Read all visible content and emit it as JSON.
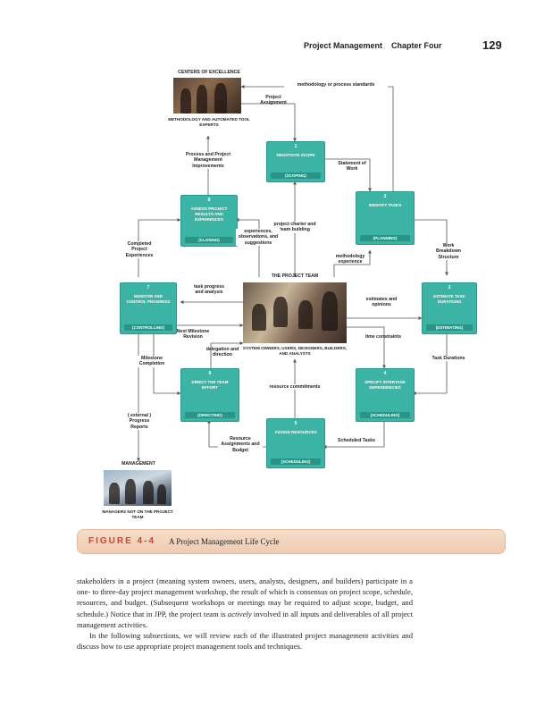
{
  "header": {
    "title": "Project Management",
    "chapter": "Chapter Four",
    "page": "129"
  },
  "diagram": {
    "centers_heading": "CENTERS OF EXCELLENCE",
    "centers_caption": "Methodology and Automated Tool Experts",
    "team_heading": "THE PROJECT TEAM",
    "team_caption": "System Owners, Users, Designers, Builders, and Analysts",
    "mgmt_heading": "MANAGEMENT",
    "mgmt_caption": "Managers not on the Project Team",
    "boxes": [
      {
        "num": "1",
        "title": "Negotiate Scope",
        "tag": "(SCOPING)"
      },
      {
        "num": "2",
        "title": "Identify Tasks",
        "tag": "(PLANNING)"
      },
      {
        "num": "3",
        "title": "Estimate Task Durations",
        "tag": "(ESTIMATING)"
      },
      {
        "num": "4",
        "title": "Specify Intertask Dependencies",
        "tag": "(SCHEDULING)"
      },
      {
        "num": "5",
        "title": "Assign Resources",
        "tag": "(SCHEDULING)"
      },
      {
        "num": "6",
        "title": "Direct the Team Effort",
        "tag": "(DIRECTING)"
      },
      {
        "num": "7",
        "title": "Monitor and Control Progress",
        "tag": "(CONTROLLING)"
      },
      {
        "num": "8",
        "title": "Assess Project Results and Experiences",
        "tag": "(CLOSING)"
      }
    ],
    "labels": {
      "methodology_standards": "methodology or process standards",
      "project_assignment": "Project Assignment",
      "process_improvements": "Process and Project Management Improvements",
      "statement_of_work": "Statement of Work",
      "project_charter": "project charter and team building",
      "experiences": "experiences, observations, and suggestions",
      "completed_experiences": "Completed Project Experiences",
      "work_breakdown": "Work Breakdown Structure",
      "methodology_experience": "methodology experience",
      "task_progress": "task progress and analysis",
      "estimates_opinions": "estimates and opinions",
      "next_milestone": "Next Milestone Revision",
      "delegation": "delegation and direction",
      "time_constraints": "time constraints",
      "milestone_completion": "Milestone Completion",
      "task_durations": "Task Durations",
      "resource_commitments": "resource commitments",
      "progress_reports": "( external ) Progress Reports",
      "resource_assignments": "Resource Assignments and Budget",
      "scheduled_tasks": "Scheduled Tasks"
    }
  },
  "caption": {
    "figure_label": "FIGURE 4-4",
    "figure_title": "A Project Management Life Cycle"
  },
  "body": {
    "p1_a": "stakeholders in a project (meaning system owners, users, analysts, designers, and builders) participate in a one- to three-day project management workshop, the result of which is consensus on project scope, schedule, resources, and budget. (Subsequent workshops or meetings may be required to adjust scope, budget, and schedule.) Notice that in JPP, the project team is ",
    "p1_em": "actively",
    "p1_b": " involved in all inputs and deliverables of all project management activities.",
    "p2": "In the following subsections, we will review each of the illustrated project management activities and discuss how to use appropriate project management tools and techniques."
  },
  "colors": {
    "box_fill": "#3bb4a5",
    "line": "#555555",
    "caption_bar": "#efcbb2",
    "figure_label": "#d0452c"
  }
}
